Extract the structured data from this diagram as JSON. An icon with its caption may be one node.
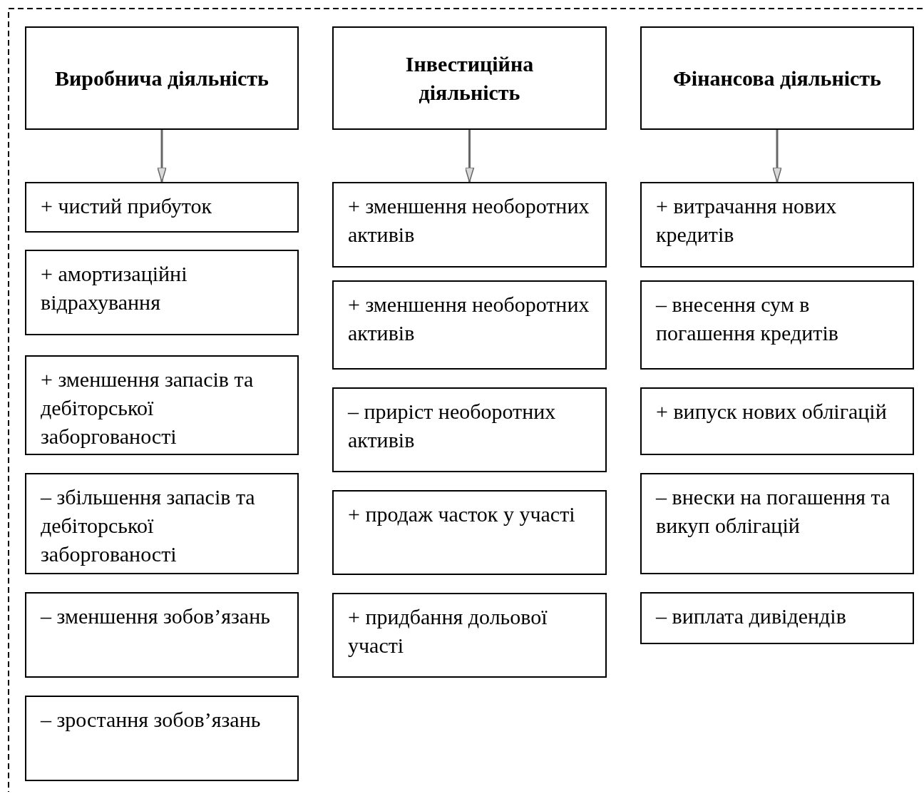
{
  "diagram": {
    "nodes": [
      {
        "text": [
          "Виробнича діяльність"
        ]
      },
      {
        "text": [
          "+ чистий прибуток"
        ]
      },
      {
        "text": [
          "+ амортизаційні відрахування"
        ]
      },
      {
        "text": [
          "+ зменшення запасів та дебіторської заборгованості"
        ]
      },
      {
        "text": [
          "– збільшення запасів та дебіторської заборгованості"
        ]
      },
      {
        "text": [
          "– зменшення зобов’язань"
        ]
      },
      {
        "text": [
          "– зростання зобов’язань"
        ]
      },
      {
        "text": [
          "Інвестиційна діяльність"
        ]
      },
      {
        "text": [
          "+ зменшення необоротних активів"
        ]
      },
      {
        "text": [
          "+ зменшення необоротних активів"
        ]
      },
      {
        "text": [
          "– приріст необоротних активів"
        ]
      },
      {
        "text": [
          "+ продаж часток у участі"
        ]
      },
      {
        "text": [
          "+ придбання дольової участі"
        ]
      },
      {
        "text": [
          "Фінансова діяльність"
        ]
      },
      {
        "text": [
          "+ витрачання нових кредитів"
        ]
      },
      {
        "text": [
          "– внесення сум в погашення кредитів"
        ]
      },
      {
        "text": [
          "+ випуск нових облігацій"
        ]
      },
      {
        "text": [
          "– внески на погашення та викуп облігацій"
        ]
      },
      {
        "text": [
          "– виплата дивідендів"
        ]
      }
    ],
    "edges": [
      {
        "from": 0,
        "to": 1,
        "arrow": "to"
      },
      {
        "from": 7,
        "to": 8,
        "arrow": "to"
      },
      {
        "from": 13,
        "to": 14,
        "arrow": "to"
      }
    ]
  }
}
